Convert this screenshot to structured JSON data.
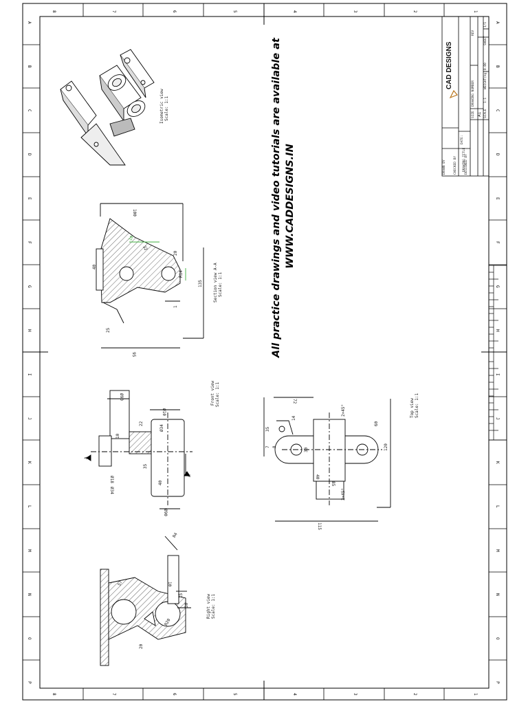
{
  "sheet": {
    "top_columns": [
      "8",
      "7",
      "6",
      "5",
      "4",
      "3",
      "2",
      "1"
    ],
    "bottom_columns": [
      "8",
      "7",
      "6",
      "5",
      "4",
      "3",
      "2",
      "1"
    ],
    "left_rows": [
      "A",
      "B",
      "C",
      "D",
      "E",
      "F",
      "G",
      "H",
      "I",
      "J",
      "K",
      "L",
      "M",
      "N",
      "O",
      "P"
    ],
    "right_rows": [
      "A",
      "B",
      "C",
      "D",
      "E",
      "F",
      "G",
      "H",
      "I",
      "J",
      "K",
      "L",
      "M",
      "N",
      "O",
      "P"
    ]
  },
  "title_block": {
    "company": "CAD DESIGNS",
    "drawing_title_label": "DRAWING TITLE",
    "drawn_by_label": "DRAWN BY",
    "checked_by_label": "CHECKED BY",
    "designed_by_label": "DESIGNED BY",
    "date_label": "DATE:",
    "size_label": "SIZE",
    "size_value": "A1",
    "drawing_number_label": "DRAWING NUMBER",
    "rev_label": "REV",
    "scale_label": "SCALE",
    "scale_value": "1:1",
    "weight_label": "WEIGHT(kg)",
    "weight_value": "0.00",
    "sheet_label": "SHEET",
    "sheet_value": "1/1"
  },
  "promo": {
    "line1": "All practice drawings and video tutorials are available at",
    "line2": "WWW.CADDESIGNS.IN"
  },
  "views": {
    "isometric": {
      "title": "Isometric view",
      "scale": "Scale: 1:1"
    },
    "section": {
      "title": "Section view A-A",
      "scale": "Scale: 1:1"
    },
    "front": {
      "title": "Front view",
      "scale": "Scale: 1:1"
    },
    "top": {
      "title": "Top view",
      "scale": "Scale: 1:1"
    },
    "right": {
      "title": "Right view",
      "scale": "Scale: 1:1"
    }
  },
  "dimensions": {
    "section": {
      "d100": "100",
      "d40": "40",
      "d25": "25",
      "d95": "95",
      "d135": "135",
      "d20": "20",
      "dR14": "R14",
      "d10": "10",
      "d1": "1",
      "d32": "32"
    },
    "front": {
      "d090": "Ø90",
      "d10": "10",
      "d22": "22",
      "d034": "Ø34",
      "d35": "35",
      "d40": "40",
      "d018": "Ø18",
      "d034b": "Ø34",
      "d010": "Ø10",
      "d090b": "Ø90",
      "sectionA": "A",
      "sectionA2": "A"
    },
    "top": {
      "d72": "72",
      "d14": "14",
      "d2x45a": "2×45°",
      "d60": "60",
      "d120": "120",
      "d40": "40",
      "d85": "85",
      "d2x45b": "2×45°",
      "d115": "115",
      "d35": "35",
      "d7": "7",
      "d8": "8",
      "d30": "30"
    },
    "right": {
      "d20": "20",
      "d10": "10",
      "d15": "15",
      "d30": "30",
      "dR20": "R20",
      "d57": "57",
      "dR4": "R4"
    }
  }
}
